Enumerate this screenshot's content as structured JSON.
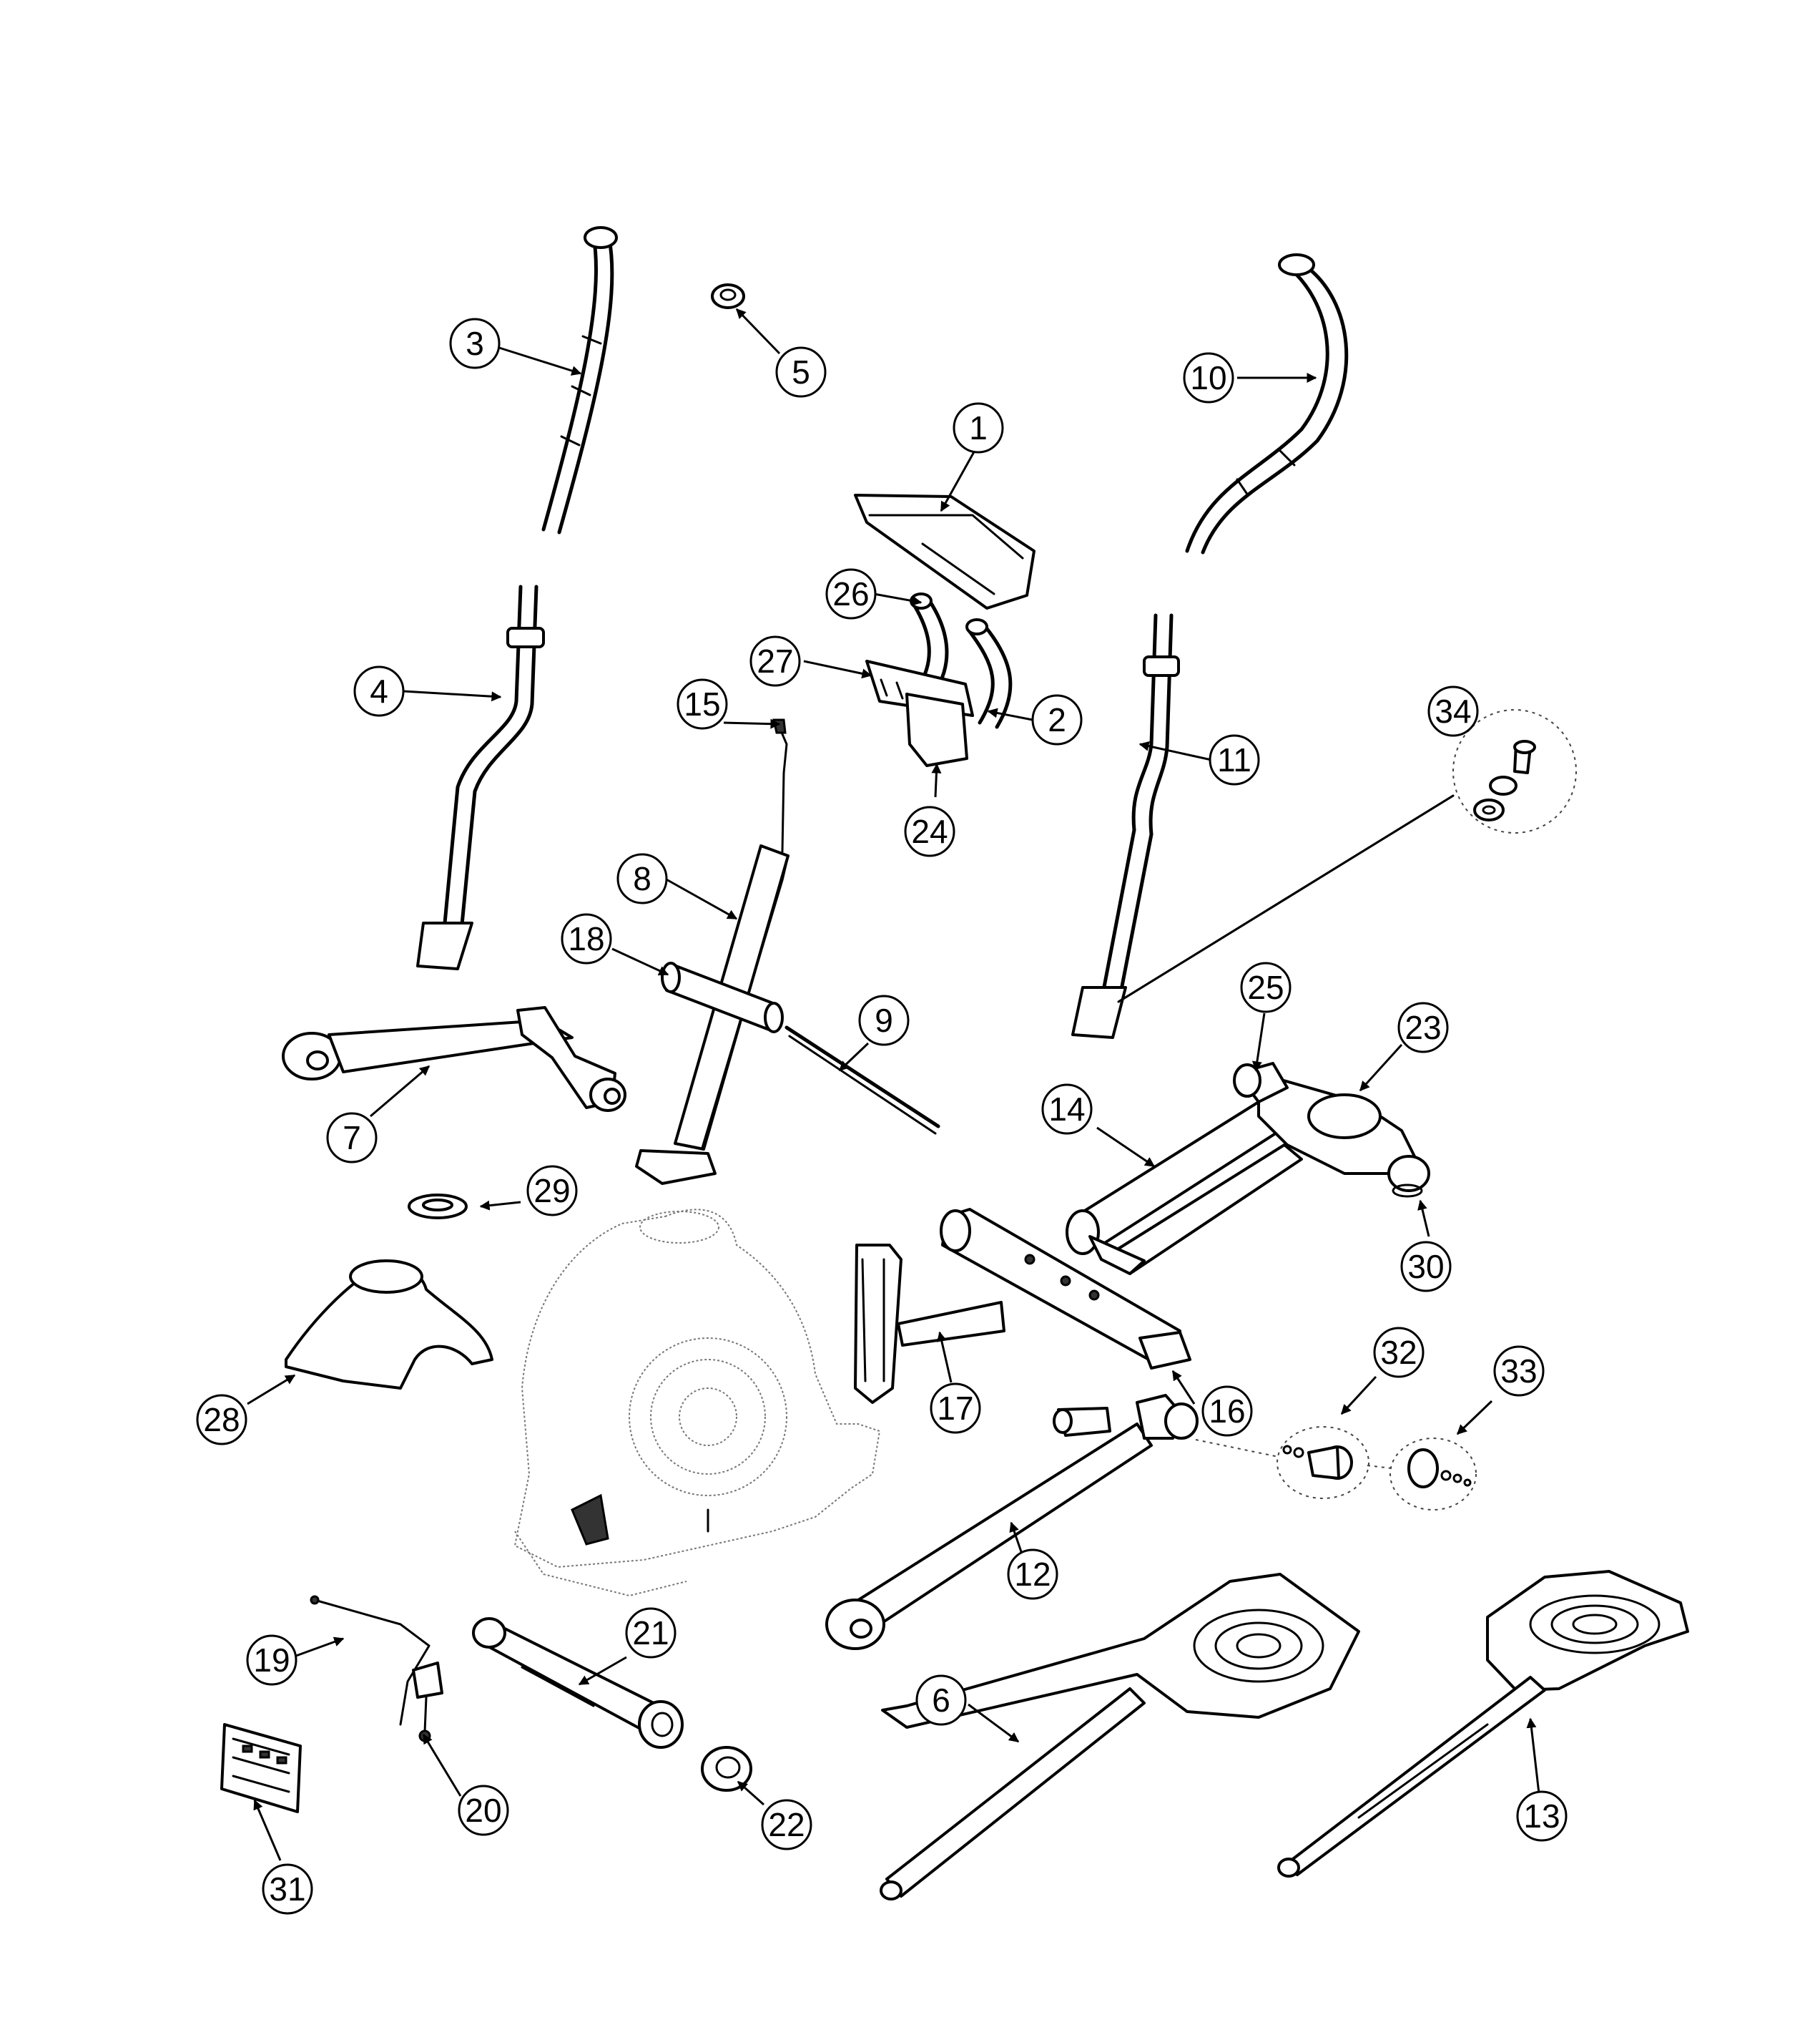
{
  "diagram": {
    "colors": {
      "line": "#000000",
      "background": "#ffffff",
      "ghost": "#777777"
    },
    "callouts": {
      "c1": "1",
      "c2": "2",
      "c3": "3",
      "c4": "4",
      "c5": "5",
      "c6": "6",
      "c7": "7",
      "c8": "8",
      "c9": "9",
      "c10": "10",
      "c11": "11",
      "c12": "12",
      "c13": "13",
      "c14": "14",
      "c15": "15",
      "c16": "16",
      "c17": "17",
      "c18": "18",
      "c19": "19",
      "c20": "20",
      "c21": "21",
      "c22": "22",
      "c23": "23",
      "c24": "24",
      "c25": "25",
      "c26": "26",
      "c27": "27",
      "c28": "28",
      "c29": "29",
      "c30": "30",
      "c31": "31",
      "c32": "32",
      "c33": "33",
      "c34": "34"
    }
  }
}
